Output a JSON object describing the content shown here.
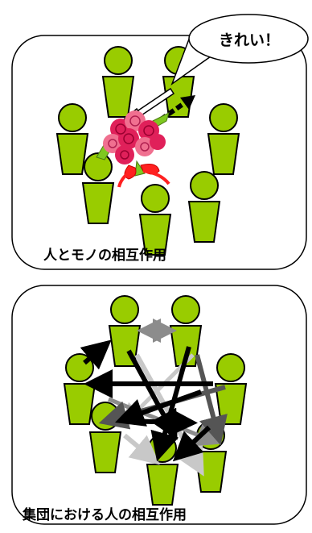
{
  "panels": [
    {
      "caption": "人とモノの相互作用",
      "speech_bubble": "きれい！"
    },
    {
      "caption": "集団における人の相互作用"
    }
  ],
  "colors": {
    "person_fill": "#99cc00",
    "person_stroke": "#000000",
    "arrow_black": "#000000",
    "arrow_dark_gray": "#555555",
    "arrow_mid_gray": "#8c8c8c",
    "arrow_light_gray": "#c8c8c8",
    "flower_red": "#e0205a",
    "flower_pink": "#f07090",
    "ribbon_red": "#ff2020",
    "leaf_green": "#7ec820"
  },
  "icons": [
    "person-icon",
    "flower-bouquet-icon",
    "speech-bubble-icon"
  ]
}
